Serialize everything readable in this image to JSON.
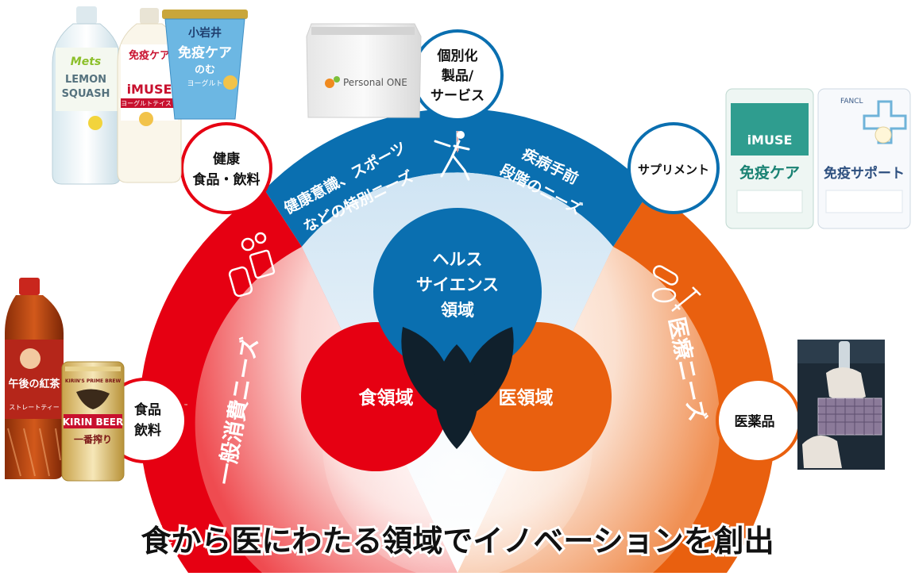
{
  "colors": {
    "red": "#e60012",
    "blue": "#0a6fb0",
    "orange": "#e9600f",
    "dark": "#10202c"
  },
  "center": {
    "health_science": [
      "ヘルス",
      "サイエンス",
      "領域"
    ],
    "food": "食領域",
    "medical": "医領域"
  },
  "arcs": {
    "general_consumer": "一般消費ニーズ",
    "medical_needs": "医療ニーズ",
    "health_special": [
      "健康意識、スポーツ",
      "などの特別ニーズ"
    ],
    "pre_disease": [
      "疾病手前",
      "段階のニーズ"
    ]
  },
  "categories": {
    "food_beverage": [
      "食品",
      "飲料"
    ],
    "health_food": [
      "健康",
      "食品・飲料"
    ],
    "personalized": [
      "個別化",
      "製品/",
      "サービス"
    ],
    "supplement": "サプリメント",
    "pharma": "医薬品"
  },
  "products": {
    "lemon_squash": [
      "Mets",
      "LEMON",
      "SQUASH"
    ],
    "imuse_drink": [
      "免疫ケア",
      "iMUSE",
      "ヨーグルトテイスト"
    ],
    "koiwai": [
      "小岩井",
      "免疫ケア",
      "のむ",
      "ヨーグルト"
    ],
    "personal_one": "Personal ONE",
    "imuse_supplement": [
      "iMUSE",
      "免疫ケア"
    ],
    "fancl": [
      "FANCL",
      "免疫サポート"
    ],
    "gogo_tea": [
      "午後の紅茶",
      "ストレートティー"
    ],
    "kirin_beer": [
      "KIRIN'S PRIME BREW",
      "KIRIN BEER",
      "一番搾り"
    ]
  },
  "headline": "食から医にわたる領域でイノベーションを創出"
}
